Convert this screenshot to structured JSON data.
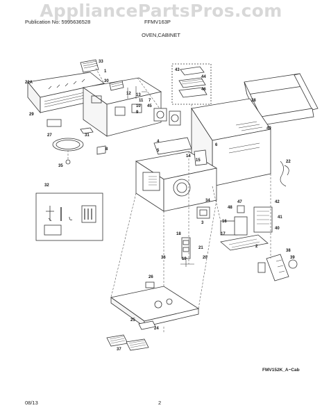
{
  "watermark": "AppliancePartsPros.com",
  "header": {
    "publication": "Publication No: 5995636528",
    "model": "FFMV163P",
    "section_title": "OVEN,CABINET"
  },
  "callouts": {
    "c33": "33",
    "c22a": "22A",
    "c1": "1",
    "c30": "30",
    "c29": "29",
    "c12": "12",
    "c13": "13",
    "c11": "11",
    "c10": "10",
    "c9": "9",
    "c7": "7",
    "c45": "45",
    "c43": "43",
    "c44": "44",
    "c46": "46",
    "c28": "28",
    "c49": "49",
    "c27": "27",
    "c31": "31",
    "c8": "8",
    "c4": "4",
    "c5": "5",
    "c6": "6",
    "c35": "35",
    "c22": "22",
    "c32": "32",
    "c34": "34",
    "c48": "48",
    "c3": "3",
    "c2": "2",
    "c42": "42",
    "c41": "41",
    "c40": "40",
    "c38": "38",
    "c39": "39",
    "c18": "18",
    "c19": "19",
    "c20": "20",
    "c21": "21",
    "c16": "16",
    "c17": "17",
    "c36": "36",
    "c26": "26",
    "c25": "25",
    "c24": "24",
    "c37": "37",
    "c14": "14",
    "c15": "15",
    "c47": "47"
  },
  "figure_ref": "FMV152K_A~Cab",
  "footer": {
    "date": "08/13",
    "page": "2"
  }
}
